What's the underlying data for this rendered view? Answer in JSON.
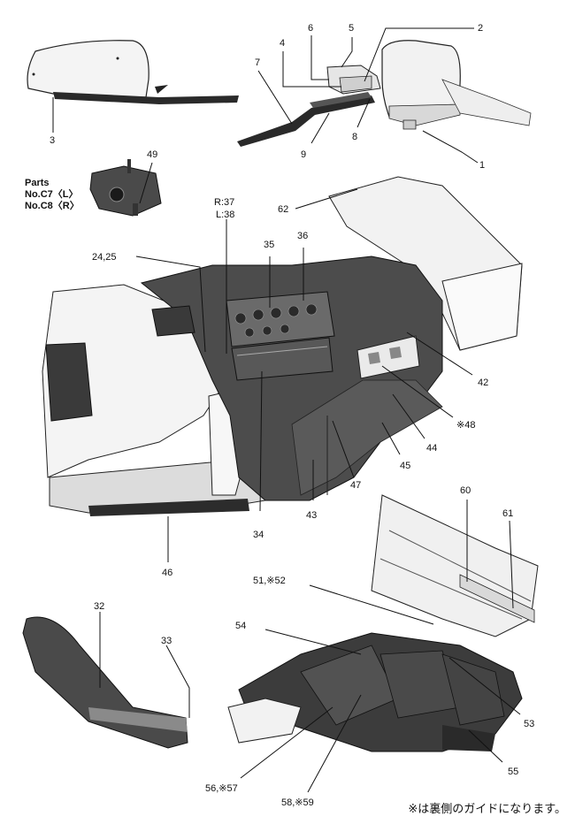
{
  "parts_note": [
    "Parts",
    "No.C7〈L〉",
    "No.C8〈R〉"
  ],
  "footnote": "※は裏側のガイドになります。",
  "part_labels": [
    "1",
    "2",
    "3",
    "4",
    "5",
    "6",
    "7",
    "8",
    "9",
    "49",
    "R:37",
    "L:38",
    "62",
    "24,25",
    "35",
    "36",
    "42",
    "※48",
    "44",
    "45",
    "47",
    "43",
    "34",
    "46",
    "60",
    "61",
    "51,※52",
    "54",
    "53",
    "55",
    "32",
    "33",
    "56,※57",
    "58,※59"
  ]
}
